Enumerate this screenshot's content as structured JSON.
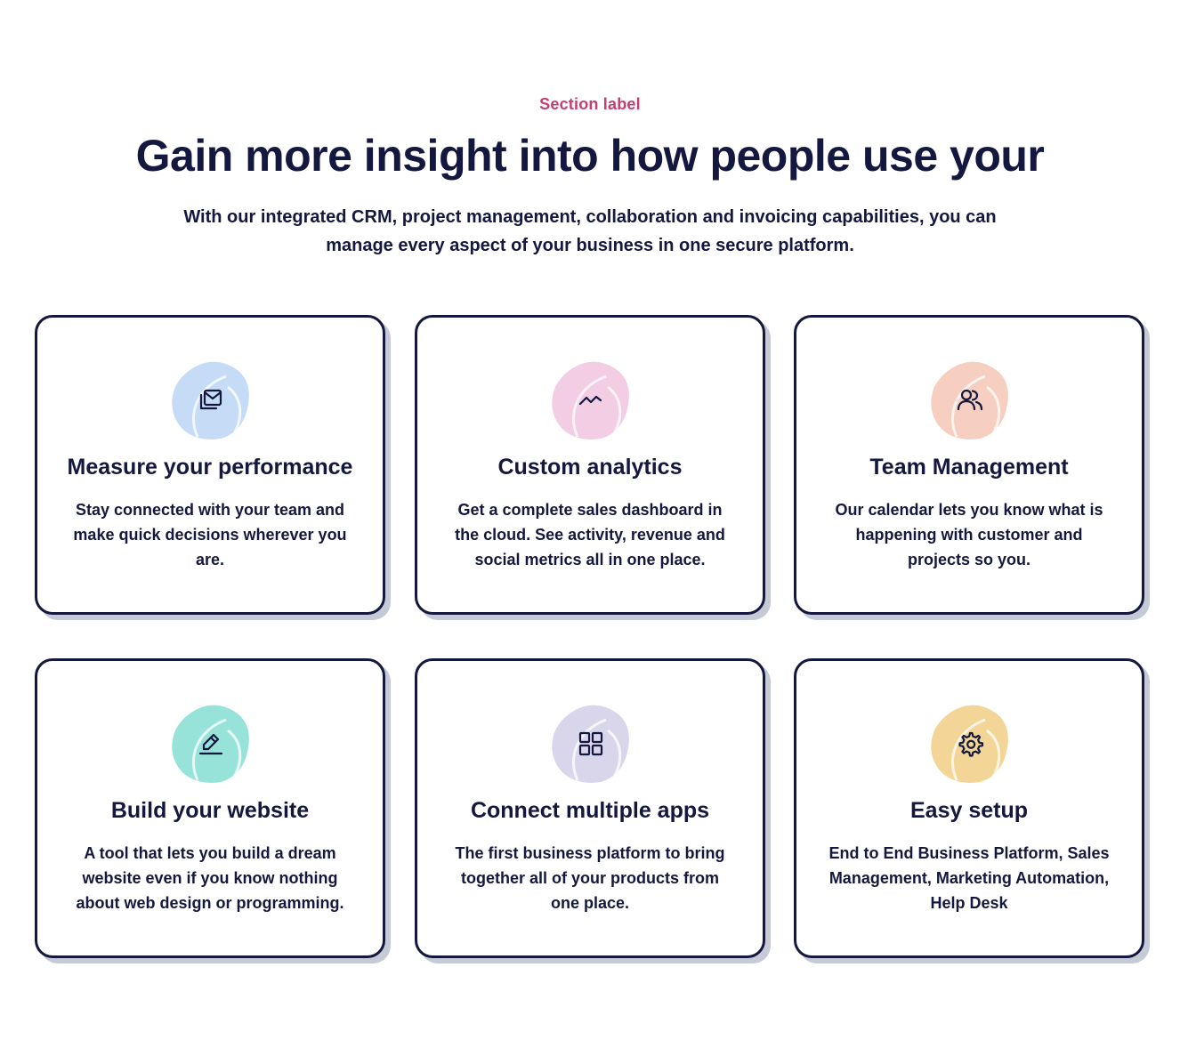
{
  "section": {
    "label": "Section label",
    "headline": "Gain more insight into how people use your",
    "subhead": "With our integrated CRM, project management, collaboration and invoicing capabilities, you can manage every aspect of your business in one secure platform."
  },
  "cards": [
    {
      "title": "Measure your performance",
      "description": "Stay connected with your team and make quick decisions wherever you are.",
      "icon": "mail-stack-icon",
      "blob_color": "#c6dcf6"
    },
    {
      "title": "Custom analytics",
      "description": "Get a complete sales dashboard in the cloud. See activity, revenue and social metrics all in one place.",
      "icon": "trend-line-icon",
      "blob_color": "#f2cde3"
    },
    {
      "title": "Team Management",
      "description": "Our calendar lets you know what is happening with customer and projects so you.",
      "icon": "users-icon",
      "blob_color": "#f6cfc0"
    },
    {
      "title": "Build your website",
      "description": "A tool that lets you build a dream website even if you know nothing about web design or programming.",
      "icon": "pencil-icon",
      "blob_color": "#97e3d9"
    },
    {
      "title": "Connect multiple apps",
      "description": "The first business platform to bring together all of your products from one place.",
      "icon": "grid-icon",
      "blob_color": "#d9d6ec"
    },
    {
      "title": "Easy setup",
      "description": "End to End Business Platform, Sales Management, Marketing Automation, Help Desk",
      "icon": "gear-icon",
      "blob_color": "#f3d697"
    }
  ]
}
